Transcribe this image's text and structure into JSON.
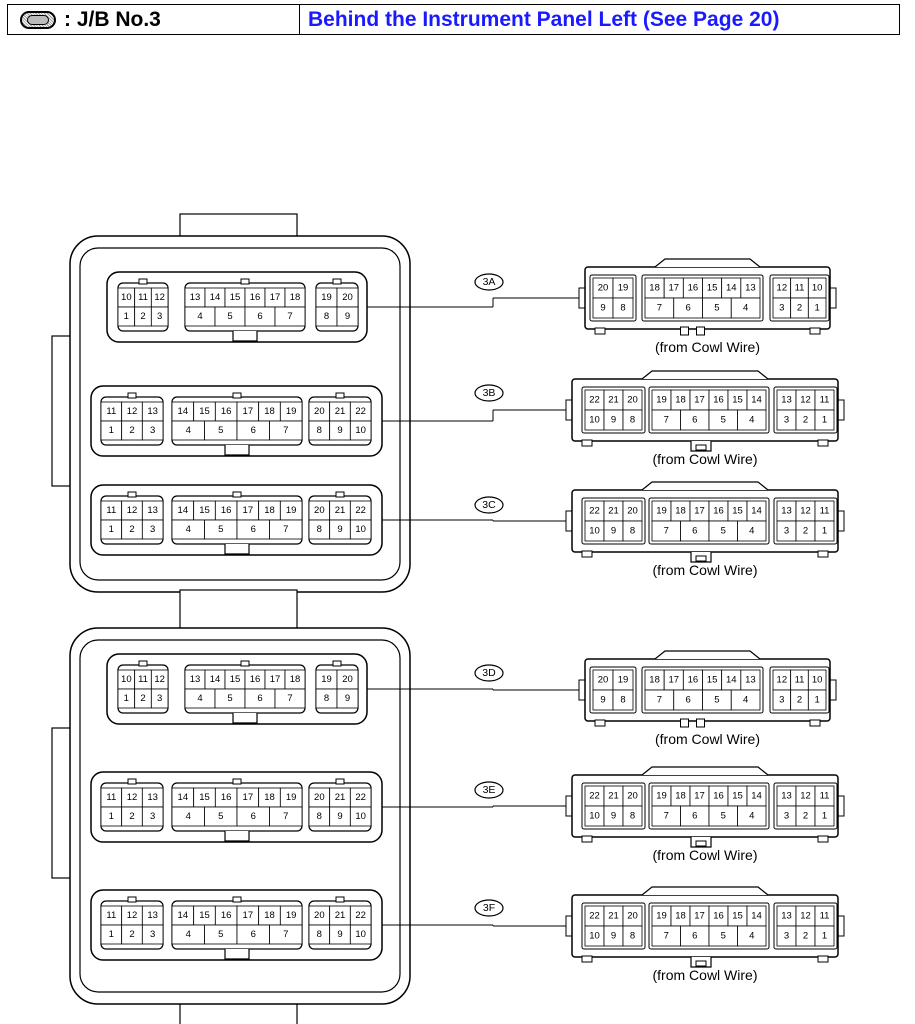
{
  "header": {
    "code": ": J/B No.3",
    "location": "Behind the Instrument Panel Left (See Page 20)"
  },
  "connectors": [
    {
      "id": "3A",
      "type": "A",
      "source": "(from Cowl Wire)",
      "jb": {
        "top": [
          [
            "10",
            "11",
            "12"
          ],
          [
            "13",
            "14",
            "15",
            "16",
            "17",
            "18"
          ],
          [
            "19",
            "20"
          ]
        ],
        "bot": [
          [
            "1",
            "2",
            "3"
          ],
          [
            "4",
            "5",
            "6",
            "7"
          ],
          [
            "8",
            "9"
          ]
        ]
      },
      "wire": {
        "top": [
          [
            "20",
            "19"
          ],
          [
            "18",
            "17",
            "16",
            "15",
            "14",
            "13"
          ],
          [
            "12",
            "11",
            "10"
          ]
        ],
        "bot": [
          [
            "9",
            "8"
          ],
          [
            "7",
            "6",
            "5",
            "4"
          ],
          [
            "3",
            "2",
            "1"
          ]
        ]
      }
    },
    {
      "id": "3B",
      "type": "B",
      "source": "(from Cowl Wire)",
      "jb": {
        "top": [
          [
            "11",
            "12",
            "13"
          ],
          [
            "14",
            "15",
            "16",
            "17",
            "18",
            "19"
          ],
          [
            "20",
            "21",
            "22"
          ]
        ],
        "bot": [
          [
            "1",
            "2",
            "3"
          ],
          [
            "4",
            "5",
            "6",
            "7"
          ],
          [
            "8",
            "9",
            "10"
          ]
        ]
      },
      "wire": {
        "top": [
          [
            "22",
            "21",
            "20"
          ],
          [
            "19",
            "18",
            "17",
            "16",
            "15",
            "14"
          ],
          [
            "13",
            "12",
            "11"
          ]
        ],
        "bot": [
          [
            "10",
            "9",
            "8"
          ],
          [
            "7",
            "6",
            "5",
            "4"
          ],
          [
            "3",
            "2",
            "1"
          ]
        ]
      }
    },
    {
      "id": "3C",
      "type": "B",
      "source": "(from Cowl Wire)",
      "jb": {
        "top": [
          [
            "11",
            "12",
            "13"
          ],
          [
            "14",
            "15",
            "16",
            "17",
            "18",
            "19"
          ],
          [
            "20",
            "21",
            "22"
          ]
        ],
        "bot": [
          [
            "1",
            "2",
            "3"
          ],
          [
            "4",
            "5",
            "6",
            "7"
          ],
          [
            "8",
            "9",
            "10"
          ]
        ]
      },
      "wire": {
        "top": [
          [
            "22",
            "21",
            "20"
          ],
          [
            "19",
            "18",
            "17",
            "16",
            "15",
            "14"
          ],
          [
            "13",
            "12",
            "11"
          ]
        ],
        "bot": [
          [
            "10",
            "9",
            "8"
          ],
          [
            "7",
            "6",
            "5",
            "4"
          ],
          [
            "3",
            "2",
            "1"
          ]
        ]
      }
    },
    {
      "id": "3D",
      "type": "A",
      "source": "(from Cowl Wire)",
      "jb": {
        "top": [
          [
            "10",
            "11",
            "12"
          ],
          [
            "13",
            "14",
            "15",
            "16",
            "17",
            "18"
          ],
          [
            "19",
            "20"
          ]
        ],
        "bot": [
          [
            "1",
            "2",
            "3"
          ],
          [
            "4",
            "5",
            "6",
            "7"
          ],
          [
            "8",
            "9"
          ]
        ]
      },
      "wire": {
        "top": [
          [
            "20",
            "19"
          ],
          [
            "18",
            "17",
            "16",
            "15",
            "14",
            "13"
          ],
          [
            "12",
            "11",
            "10"
          ]
        ],
        "bot": [
          [
            "9",
            "8"
          ],
          [
            "7",
            "6",
            "5",
            "4"
          ],
          [
            "3",
            "2",
            "1"
          ]
        ]
      }
    },
    {
      "id": "3E",
      "type": "B",
      "source": "(from Cowl Wire)",
      "jb": {
        "top": [
          [
            "11",
            "12",
            "13"
          ],
          [
            "14",
            "15",
            "16",
            "17",
            "18",
            "19"
          ],
          [
            "20",
            "21",
            "22"
          ]
        ],
        "bot": [
          [
            "1",
            "2",
            "3"
          ],
          [
            "4",
            "5",
            "6",
            "7"
          ],
          [
            "8",
            "9",
            "10"
          ]
        ]
      },
      "wire": {
        "top": [
          [
            "22",
            "21",
            "20"
          ],
          [
            "19",
            "18",
            "17",
            "16",
            "15",
            "14"
          ],
          [
            "13",
            "12",
            "11"
          ]
        ],
        "bot": [
          [
            "10",
            "9",
            "8"
          ],
          [
            "7",
            "6",
            "5",
            "4"
          ],
          [
            "3",
            "2",
            "1"
          ]
        ]
      }
    },
    {
      "id": "3F",
      "type": "B",
      "source": "(from Cowl Wire)",
      "jb": {
        "top": [
          [
            "11",
            "12",
            "13"
          ],
          [
            "14",
            "15",
            "16",
            "17",
            "18",
            "19"
          ],
          [
            "20",
            "21",
            "22"
          ]
        ],
        "bot": [
          [
            "1",
            "2",
            "3"
          ],
          [
            "4",
            "5",
            "6",
            "7"
          ],
          [
            "8",
            "9",
            "10"
          ]
        ]
      },
      "wire": {
        "top": [
          [
            "22",
            "21",
            "20"
          ],
          [
            "19",
            "18",
            "17",
            "16",
            "15",
            "14"
          ],
          [
            "13",
            "12",
            "11"
          ]
        ],
        "bot": [
          [
            "10",
            "9",
            "8"
          ],
          [
            "7",
            "6",
            "5",
            "4"
          ],
          [
            "3",
            "2",
            "1"
          ]
        ]
      }
    }
  ]
}
